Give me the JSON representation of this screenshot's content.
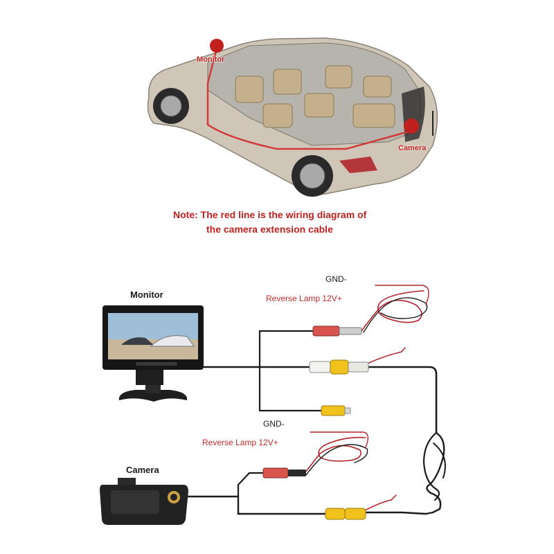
{
  "car": {
    "monitor_tag": "Monitor",
    "camera_tag": "Camera"
  },
  "note": {
    "line1": "Note: The red line is the wiring diagram of",
    "line2": "the camera extension cable"
  },
  "monitor_kit": {
    "title": "Monitor",
    "gnd": "GND-",
    "reverse": "Reverse Lamp 12V+"
  },
  "camera_kit": {
    "title": "Camera",
    "gnd": "GND-",
    "reverse": "Reverse Lamp 12V+"
  },
  "colors": {
    "wire_red": "#b3222a",
    "wire_black": "#1b1b1b",
    "rca_yellow": "#f1c21b",
    "plug_red": "#d9544c",
    "accent_red": "#c0201e"
  }
}
